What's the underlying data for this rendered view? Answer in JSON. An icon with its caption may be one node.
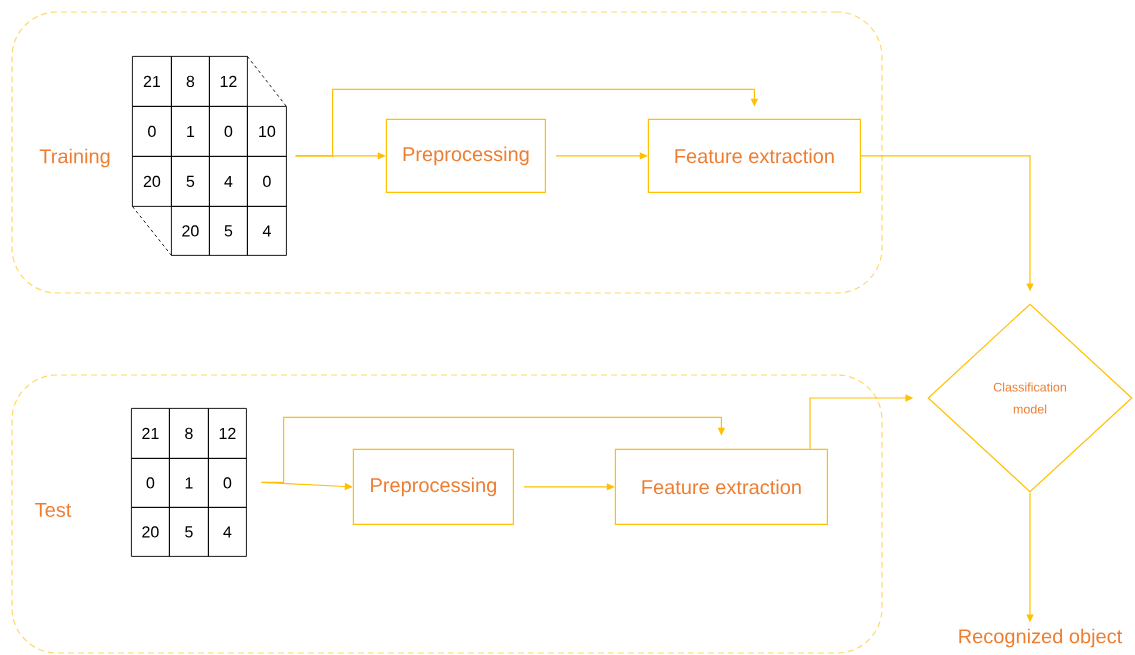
{
  "diagram": {
    "nodes": [
      {
        "text": [
          "Training"
        ]
      },
      {
        "text": [
          "21",
          "8",
          "12",
          "0",
          "1",
          "0",
          "10",
          "20",
          "5",
          "4",
          "0",
          "20",
          "5",
          "4"
        ],
        "in": 0
      },
      {
        "text": [
          "Preprocessing"
        ],
        "in": 0
      },
      {
        "text": [
          "Feature extraction"
        ],
        "in": 0
      },
      {
        "text": [
          "Test"
        ]
      },
      {
        "text": [
          "21",
          "8",
          "12",
          "0",
          "1",
          "0",
          "20",
          "5",
          "4"
        ],
        "in": 4
      },
      {
        "text": [
          "Preprocessing"
        ],
        "in": 4
      },
      {
        "text": [
          "Feature extraction"
        ],
        "in": 4
      },
      {
        "text": [
          "Classification model"
        ]
      },
      {
        "text": [
          "Recognized object"
        ]
      }
    ],
    "edges": [
      {
        "from": 1,
        "to": 2,
        "arrow": "to"
      },
      {
        "from": 1,
        "to": 3,
        "arrow": "to"
      },
      {
        "from": 2,
        "to": 3,
        "arrow": "to"
      },
      {
        "from": 3,
        "to": 8,
        "arrow": "to"
      },
      {
        "from": 5,
        "to": 6,
        "arrow": "to"
      },
      {
        "from": 5,
        "to": 7,
        "arrow": "to"
      },
      {
        "from": 6,
        "to": 7,
        "arrow": "to"
      },
      {
        "from": 7,
        "to": 8,
        "arrow": "to"
      },
      {
        "from": 8,
        "to": 9,
        "arrow": "to"
      }
    ]
  }
}
